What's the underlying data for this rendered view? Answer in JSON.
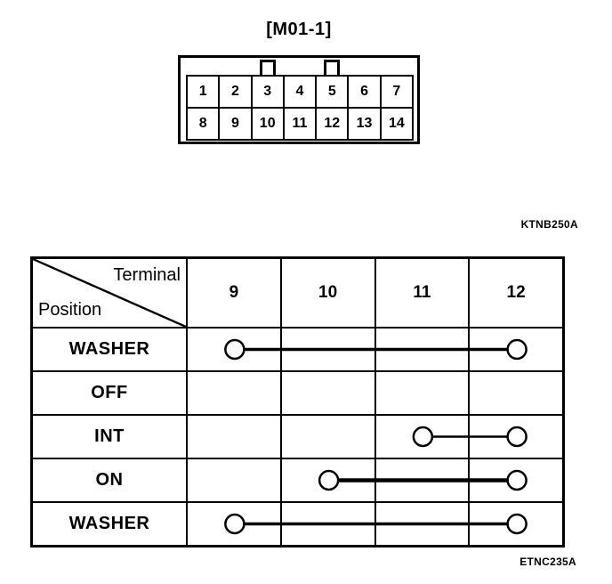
{
  "connector": {
    "title": "[M01-1]",
    "pins_row1": [
      "1",
      "2",
      "3",
      "4",
      "5",
      "6",
      "7"
    ],
    "pins_row2": [
      "8",
      "9",
      "10",
      "11",
      "12",
      "13",
      "14"
    ],
    "tabs_above_pins": [
      "3",
      "5"
    ]
  },
  "codes": {
    "top": "KTNB250A",
    "bottom": "ETNC235A"
  },
  "table": {
    "corner": {
      "top_label": "Terminal",
      "bottom_label": "Position"
    },
    "terminals": [
      "9",
      "10",
      "11",
      "12"
    ],
    "rows": [
      {
        "label": "WASHER",
        "connection": {
          "from": "9",
          "to": "12",
          "line_weight": 3.5
        }
      },
      {
        "label": "OFF",
        "connection": null
      },
      {
        "label": "INT",
        "connection": {
          "from": "11",
          "to": "12",
          "line_weight": 2.5
        }
      },
      {
        "label": "ON",
        "connection": {
          "from": "10",
          "to": "12",
          "line_weight": 4.5
        }
      },
      {
        "label": "WASHER",
        "connection": {
          "from": "9",
          "to": "12",
          "line_weight": 3.5
        }
      }
    ]
  },
  "colors": {
    "ink": "#000000",
    "paper": "#ffffff"
  }
}
